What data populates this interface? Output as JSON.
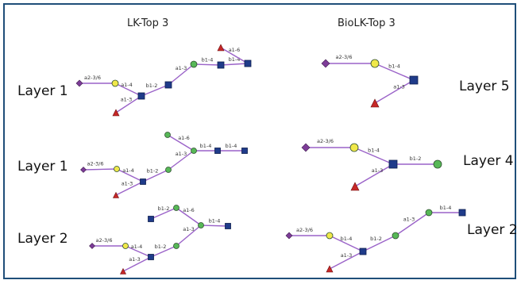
{
  "headers": {
    "left": "LK-Top 3",
    "right": "BioLK-Top 3"
  },
  "left_labels": [
    "Layer 1",
    "Layer 1",
    "Layer 2"
  ],
  "right_labels": [
    "Layer 5",
    "Layer 4",
    "Layer 2"
  ],
  "linkages": {
    "a236": "a2-3/6",
    "a14": "a1-4",
    "a13": "a1-3",
    "b12": "b1-2",
    "a16": "a1-6",
    "b14": "b1-4"
  },
  "colors": {
    "bond": "#9a62c8",
    "square": "#1f3b8a",
    "circle_green": "#57b857",
    "circle_yellow": "#f0e84a",
    "triangle": "#c62828",
    "diamond": "#7d3c98",
    "border": "#1f4e79"
  },
  "symbols": {
    "square": "GlcNAc",
    "circle_green": "Man",
    "circle_yellow": "Gal",
    "triangle": "Fuc",
    "diamond": "Sia"
  }
}
